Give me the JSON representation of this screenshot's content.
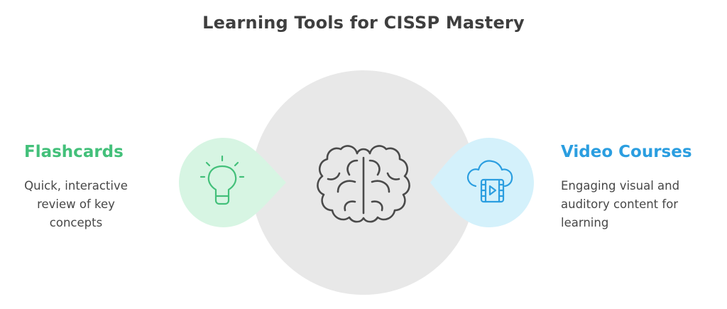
{
  "title": "Learning Tools for CISSP Mastery",
  "colors": {
    "center_circle": "#e8e8e8",
    "flashcards_accent": "#43c07a",
    "flashcards_fill": "#d7f5e3",
    "video_accent": "#2b9ee0",
    "video_fill": "#d4f1fb",
    "icon_dark": "#4a4a4a"
  },
  "center": {
    "icon": "brain-icon"
  },
  "left": {
    "title": "Flashcards",
    "description": "Quick, interactive review of key concepts",
    "icon": "lightbulb-icon"
  },
  "right": {
    "title": "Video Courses",
    "description": "Engaging visual and auditory content for learning",
    "icon": "cloud-video-icon"
  }
}
